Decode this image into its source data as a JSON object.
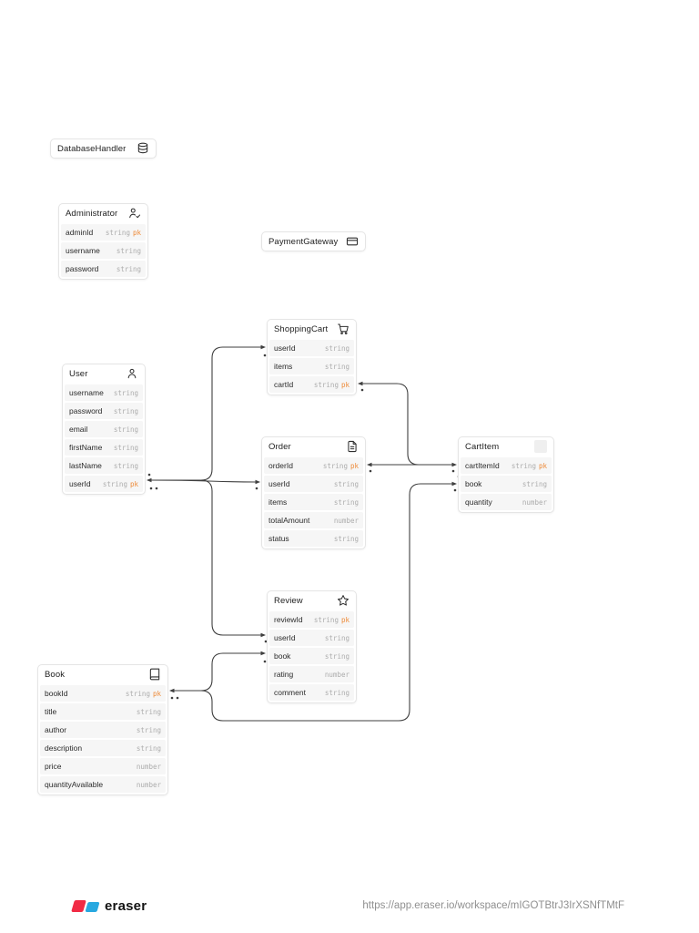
{
  "diagram": {
    "tool": "eraser",
    "type": "entity-relationship"
  },
  "colors": {
    "pk_accent": "#ED8936",
    "wire": "#3f3f3f",
    "row_background": "#f6f6f6",
    "card_border": "#e5e5e5",
    "type_text": "#acacac",
    "logo_red": "#F12B45",
    "logo_blue": "#28A8E0"
  },
  "entities": [
    {
      "title": "DatabaseHandler",
      "icon": "database-icon",
      "fields": []
    },
    {
      "title": "Administrator",
      "icon": "user-check-icon",
      "fields": [
        {
          "name": "adminId",
          "type": "string",
          "pk": "pk"
        },
        {
          "name": "username",
          "type": "string"
        },
        {
          "name": "password",
          "type": "string"
        }
      ]
    },
    {
      "title": "PaymentGateway",
      "icon": "credit-card-icon",
      "fields": []
    },
    {
      "title": "ShoppingCart",
      "icon": "shopping-cart-icon",
      "fields": [
        {
          "name": "userId",
          "type": "string"
        },
        {
          "name": "items",
          "type": "string"
        },
        {
          "name": "cartId",
          "type": "string",
          "pk": "pk"
        }
      ]
    },
    {
      "title": "User",
      "icon": "user-icon",
      "fields": [
        {
          "name": "username",
          "type": "string"
        },
        {
          "name": "password",
          "type": "string"
        },
        {
          "name": "email",
          "type": "string"
        },
        {
          "name": "firstName",
          "type": "string"
        },
        {
          "name": "lastName",
          "type": "string"
        },
        {
          "name": "userId",
          "type": "string",
          "pk": "pk"
        }
      ]
    },
    {
      "title": "Order",
      "icon": "file-text-icon",
      "fields": [
        {
          "name": "orderId",
          "type": "string",
          "pk": "pk"
        },
        {
          "name": "userId",
          "type": "string"
        },
        {
          "name": "items",
          "type": "string"
        },
        {
          "name": "totalAmount",
          "type": "number"
        },
        {
          "name": "status",
          "type": "string"
        }
      ]
    },
    {
      "title": "CartItem",
      "icon": "placeholder-icon",
      "fields": [
        {
          "name": "cartItemId",
          "type": "string",
          "pk": "pk"
        },
        {
          "name": "book",
          "type": "string"
        },
        {
          "name": "quantity",
          "type": "number"
        }
      ]
    },
    {
      "title": "Review",
      "icon": "star-icon",
      "fields": [
        {
          "name": "reviewId",
          "type": "string",
          "pk": "pk"
        },
        {
          "name": "userId",
          "type": "string"
        },
        {
          "name": "book",
          "type": "string"
        },
        {
          "name": "rating",
          "type": "number"
        },
        {
          "name": "comment",
          "type": "string"
        }
      ]
    },
    {
      "title": "Book",
      "icon": "book-icon",
      "fields": [
        {
          "name": "bookId",
          "type": "string",
          "pk": "pk"
        },
        {
          "name": "title",
          "type": "string"
        },
        {
          "name": "author",
          "type": "string"
        },
        {
          "name": "description",
          "type": "string"
        },
        {
          "name": "price",
          "type": "number"
        },
        {
          "name": "quantityAvailable",
          "type": "number"
        }
      ]
    }
  ],
  "relationships": [
    {
      "from": "User.userId",
      "to": "ShoppingCart.userId"
    },
    {
      "from": "User.userId",
      "to": "Order.userId"
    },
    {
      "from": "User.userId",
      "to": "Review.userId"
    },
    {
      "from": "Book.bookId",
      "to": "Review.book"
    },
    {
      "from": "Book.bookId",
      "to": "CartItem.book"
    },
    {
      "from": "ShoppingCart.cartId",
      "to": "CartItem.cartItemId"
    },
    {
      "from": "Order.orderId",
      "to": "CartItem.cartItemId"
    }
  ],
  "footer": {
    "logo_text": "eraser",
    "url": "https://app.eraser.io/workspace/mIGOTBtrJ3IrXSNfTMtF"
  }
}
